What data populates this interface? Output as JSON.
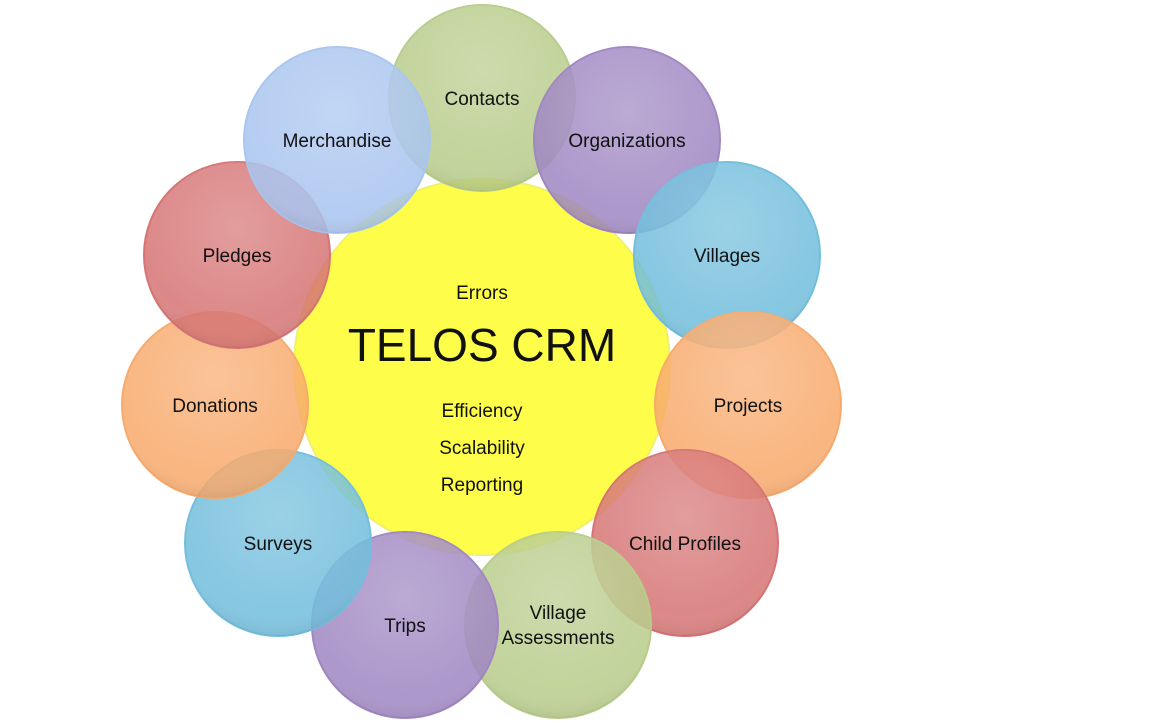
{
  "center": {
    "title": "TELOS CRM",
    "top_text": "Errors",
    "benefits": [
      "Efficiency",
      "Scalability",
      "Reporting"
    ],
    "color": "#fdfd4a"
  },
  "modules": [
    {
      "label": "Contacts",
      "color": "#b8cc8a"
    },
    {
      "label": "Organizations",
      "color": "#9f87c2"
    },
    {
      "label": "Villages",
      "color": "#72bedc"
    },
    {
      "label": "Projects",
      "color": "#f8aa6c"
    },
    {
      "label": "Child Profiles",
      "color": "#d67474"
    },
    {
      "label": "Village",
      "label2": "Assessments",
      "color": "#b8cc8a"
    },
    {
      "label": "Trips",
      "color": "#9f87c2"
    },
    {
      "label": "Surveys",
      "color": "#72bedc"
    },
    {
      "label": "Donations",
      "color": "#f8aa6c"
    },
    {
      "label": "Pledges",
      "color": "#d67474"
    },
    {
      "label": "Merchandise",
      "color": "#a9c5f0"
    }
  ]
}
